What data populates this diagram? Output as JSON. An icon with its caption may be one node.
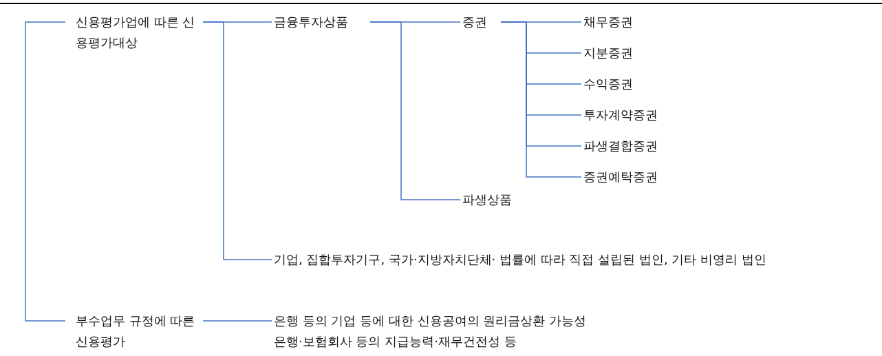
{
  "diagram": {
    "nodes": [
      {
        "text": [
          "신용평가업에 따른 신용평가대상"
        ]
      },
      {
        "text": [
          "금융투자상품"
        ]
      },
      {
        "text": [
          "증권"
        ]
      },
      {
        "text": [
          "채무증권"
        ]
      },
      {
        "text": [
          "지분증권"
        ]
      },
      {
        "text": [
          "수익증권"
        ]
      },
      {
        "text": [
          "투자계약증권"
        ]
      },
      {
        "text": [
          "파생결합증권"
        ]
      },
      {
        "text": [
          "증권예탁증권"
        ]
      },
      {
        "text": [
          "파생상품"
        ]
      },
      {
        "text": [
          "기업, 집합투자기구, 국가·지방자치단체· 법률에 따라 직접 설립된 법인, 기타 비영리 법인"
        ]
      },
      {
        "text": [
          "부수업무 규정에 따른 신용평가"
        ]
      },
      {
        "text": [
          "은행 등의 기업 등에 대한 신용공여의 원리금상환 가능성",
          "은행·보험회사 등의 지급능력·재무건전성 등"
        ]
      }
    ],
    "edges": [
      {
        "from": 0,
        "to": 11,
        "arrow": "none"
      },
      {
        "from": 0,
        "to": 1,
        "arrow": "none"
      },
      {
        "from": 0,
        "to": 10,
        "arrow": "none"
      },
      {
        "from": 1,
        "to": 2,
        "arrow": "none"
      },
      {
        "from": 1,
        "to": 9,
        "arrow": "none"
      },
      {
        "from": 2,
        "to": 3,
        "arrow": "none"
      },
      {
        "from": 2,
        "to": 4,
        "arrow": "none"
      },
      {
        "from": 2,
        "to": 5,
        "arrow": "none"
      },
      {
        "from": 2,
        "to": 6,
        "arrow": "none"
      },
      {
        "from": 2,
        "to": 7,
        "arrow": "none"
      },
      {
        "from": 2,
        "to": 8,
        "arrow": "none"
      },
      {
        "from": 11,
        "to": 12,
        "arrow": "none"
      }
    ]
  }
}
